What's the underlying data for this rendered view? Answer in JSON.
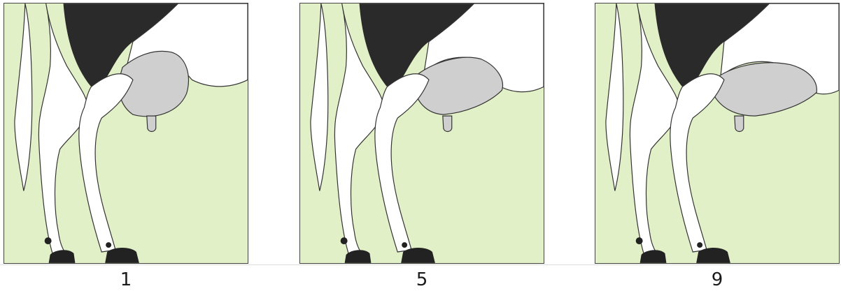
{
  "colors": {
    "background": "#e2f0c8",
    "spot": "#2a2a2a",
    "udder": "#cfcfcf",
    "hoof": "#222222",
    "outline": "#333333"
  },
  "panels": [
    {
      "label": "1",
      "udder_depth": 1
    },
    {
      "label": "5",
      "udder_depth": 5
    },
    {
      "label": "9",
      "udder_depth": 9
    }
  ]
}
